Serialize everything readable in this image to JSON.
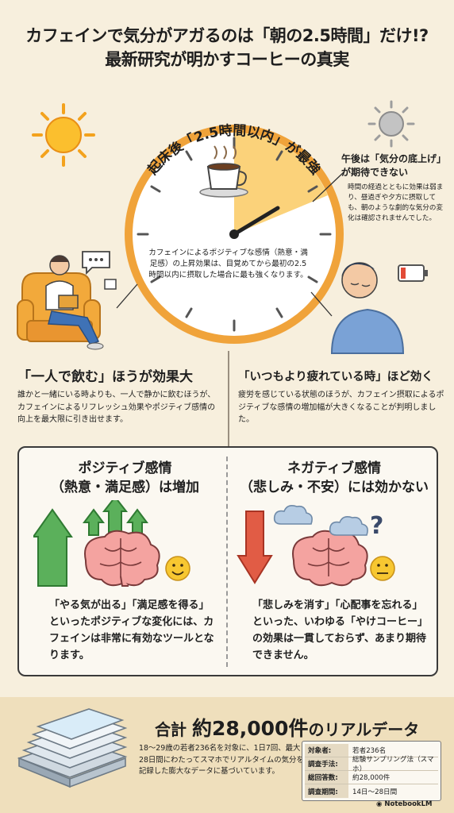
{
  "title": {
    "line1": "カフェインで気分がアガるのは「朝の2.5時間」だけ!?",
    "line2": "最新研究が明かすコーヒーの真実"
  },
  "clock": {
    "arc_title": "起床後「2.5時間以内」が最強",
    "caption": "カフェインによるポジティブな感情（熱意・満足感）の上昇効果は、目覚めてから最初の2.5時間以内に摂取した場合に最も強くなります。"
  },
  "afternoon": {
    "heading": "午後は「気分の底上げ」が期待できない",
    "body": "時間の経過とともに効果は弱まり、昼過ぎや夕方に摂取しても、朝のような劇的な気分の変化は確認されませんでした。"
  },
  "alone": {
    "heading": "「一人で飲む」ほうが効果大",
    "body": "誰かと一緒にいる時よりも、一人で静かに飲むほうが、カフェインによるリフレッシュ効果やポジティブ感情の向上を最大限に引き出せます。"
  },
  "tired": {
    "heading": "「いつもより疲れている時」ほど効く",
    "body": "疲労を感じている状態のほうが、カフェイン摂取によるポジティブな感情の増加幅が大きくなることが判明しました。"
  },
  "positive": {
    "heading1": "ポジティブ感情",
    "heading2": "（熱意・満足感）は増加",
    "body": "「やる気が出る」「満足感を得る」といったポジティブな変化には、カフェインは非常に有効なツールとなります。"
  },
  "negative": {
    "heading1": "ネガティブ感情",
    "heading2": "（悲しみ・不安）には効かない",
    "body": "「悲しみを消す」「心配事を忘れる」といった、いわゆる「やけコーヒー」の効果は一貫しておらず、あまり期待できません。"
  },
  "data": {
    "title_prefix": "合計 ",
    "title_big": "約28,000件",
    "title_suffix": "のリアルデータ",
    "body": "18〜29歳の若者236名を対象に、1日7回、最大28日間にわたってスマホでリアルタイムの気分を記録した膨大なデータに基づいています。",
    "table": [
      {
        "k": "対象者:",
        "v": "若者236名"
      },
      {
        "k": "調査手法:",
        "v": "総験サンプリング法（スマホ）"
      },
      {
        "k": "総回答数:",
        "v": "約28,000件"
      },
      {
        "k": "調査期間:",
        "v": "14日〜28日間"
      }
    ]
  },
  "brand": "NotebookLM",
  "icons": [
    "sun-icon",
    "grey-sun-icon",
    "coffee-cup-icon",
    "brain-icon",
    "smile-icon",
    "neutral-face-icon",
    "cloud-icon",
    "question-icon",
    "battery-low-icon",
    "phones-stack-icon"
  ]
}
